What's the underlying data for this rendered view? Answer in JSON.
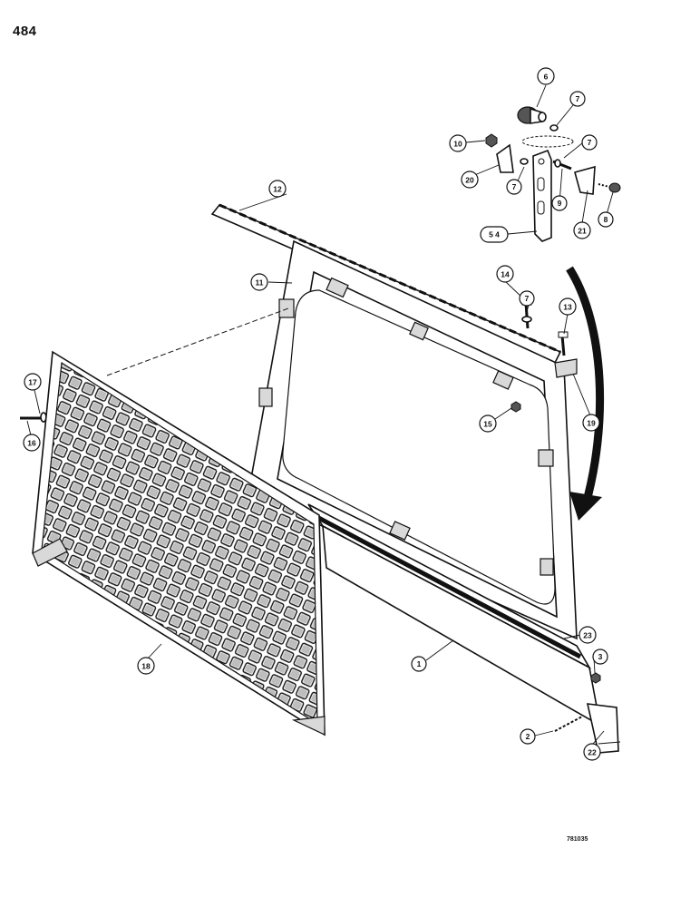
{
  "page": {
    "number": "484",
    "drawing_code": "781035"
  },
  "callouts": [
    {
      "id": "c6",
      "label": "6"
    },
    {
      "id": "c7a",
      "label": "7"
    },
    {
      "id": "c7b",
      "label": "7"
    },
    {
      "id": "c10",
      "label": "10"
    },
    {
      "id": "c20",
      "label": "20"
    },
    {
      "id": "c7c",
      "label": "7"
    },
    {
      "id": "c9",
      "label": "9"
    },
    {
      "id": "c21",
      "label": "21"
    },
    {
      "id": "c8",
      "label": "8"
    },
    {
      "id": "c54",
      "label": "5 4"
    },
    {
      "id": "c12",
      "label": "12"
    },
    {
      "id": "c11",
      "label": "11"
    },
    {
      "id": "c14",
      "label": "14"
    },
    {
      "id": "c7d",
      "label": "7"
    },
    {
      "id": "c13",
      "label": "13"
    },
    {
      "id": "c15",
      "label": "15"
    },
    {
      "id": "c19",
      "label": "19"
    },
    {
      "id": "c17",
      "label": "17"
    },
    {
      "id": "c16",
      "label": "16"
    },
    {
      "id": "c18",
      "label": "18"
    },
    {
      "id": "c1",
      "label": "1"
    },
    {
      "id": "c23",
      "label": "23"
    },
    {
      "id": "c3",
      "label": "3"
    },
    {
      "id": "c2",
      "label": "2"
    },
    {
      "id": "c22",
      "label": "22"
    }
  ]
}
